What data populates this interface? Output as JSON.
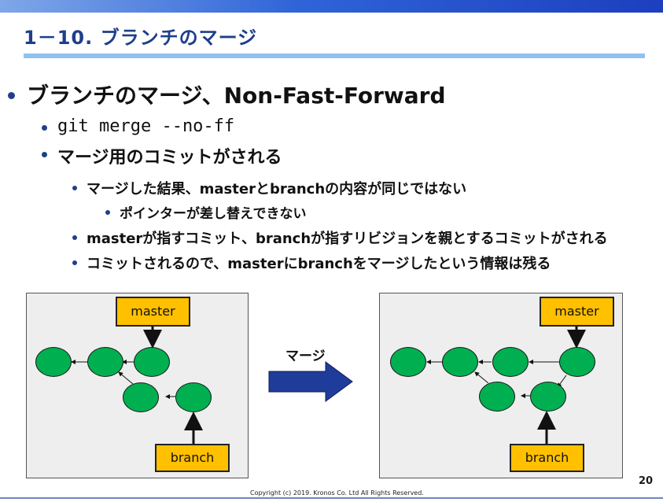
{
  "slide": {
    "title": "1－10. ブランチのマージ",
    "page_number": "20",
    "copyright": "Copyright (c) 2019. Kronos Co. Ltd All Rights Reserved."
  },
  "bullets": {
    "b1": "ブランチのマージ、Non-Fast-Forward",
    "b1_1": "git merge --no-ff",
    "b1_2": "マージ用のコミットがされる",
    "b1_2_1": "マージした結果、masterとbranchの内容が同じではない",
    "b1_2_1_1": "ポインターが差し替えできない",
    "b1_2_2": "masterが指すコミット、branchが指すリビジョンを親とするコミットがされる",
    "b1_2_3": "コミットされるので、masterにbranchをマージしたという情報は残る"
  },
  "diagram": {
    "left_master_label": "master",
    "left_branch_label": "branch",
    "arrow_label": "マージ",
    "right_master_label": "master",
    "right_branch_label": "branch",
    "node_color": "#00b050",
    "label_color": "#ffc000",
    "arrow_color": "#1f3c9a"
  }
}
